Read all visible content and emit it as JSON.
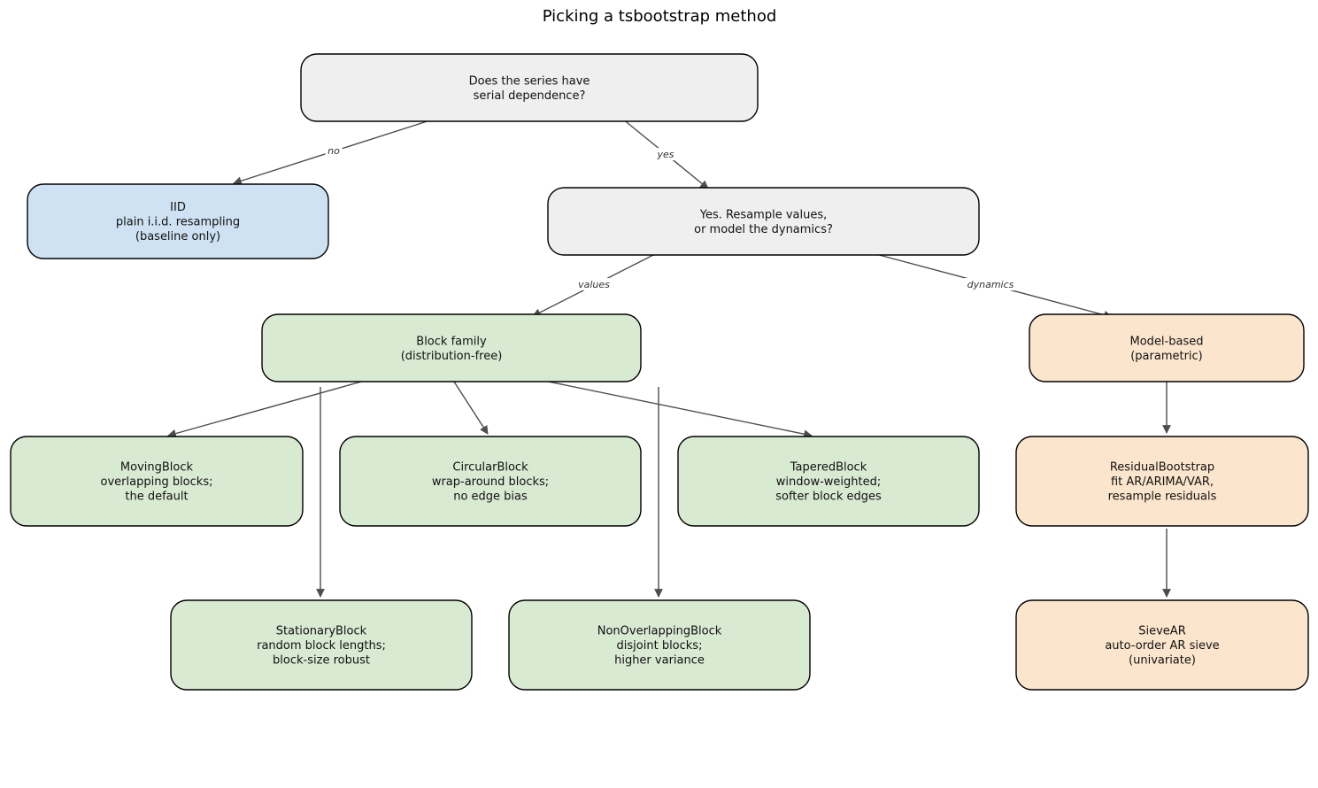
{
  "title": "Picking a tsbootstrap method",
  "colors": {
    "question": "#efefef",
    "baseline": "#cfe2f3",
    "block": "#d9ead3",
    "model": "#fce5cd",
    "edge": "#4d4d4d"
  },
  "nodes": {
    "q1": {
      "lines": [
        "Does the series have",
        "serial dependence?"
      ],
      "kind": "question"
    },
    "iid": {
      "lines": [
        "IID",
        "plain i.i.d. resampling",
        "(baseline only)"
      ],
      "kind": "baseline"
    },
    "q2": {
      "lines": [
        "Yes. Resample values,",
        "or model the dynamics?"
      ],
      "kind": "question"
    },
    "block_family": {
      "lines": [
        "Block family",
        "(distribution-free)"
      ],
      "kind": "block"
    },
    "model_based": {
      "lines": [
        "Model-based",
        "(parametric)"
      ],
      "kind": "model"
    },
    "moving": {
      "lines": [
        "MovingBlock",
        "overlapping blocks;",
        "the default"
      ],
      "kind": "block"
    },
    "circular": {
      "lines": [
        "CircularBlock",
        "wrap-around blocks;",
        "no edge bias"
      ],
      "kind": "block"
    },
    "tapered": {
      "lines": [
        "TaperedBlock",
        "window-weighted;",
        "softer block edges"
      ],
      "kind": "block"
    },
    "residual": {
      "lines": [
        "ResidualBootstrap",
        "fit AR/ARIMA/VAR,",
        "resample residuals"
      ],
      "kind": "model"
    },
    "stationary": {
      "lines": [
        "StationaryBlock",
        "random block lengths;",
        "block-size robust"
      ],
      "kind": "block"
    },
    "nonoverlapping": {
      "lines": [
        "NonOverlappingBlock",
        "disjoint blocks;",
        "higher variance"
      ],
      "kind": "block"
    },
    "sievear": {
      "lines": [
        "SieveAR",
        "auto-order AR sieve",
        "(univariate)"
      ],
      "kind": "model"
    }
  },
  "edges": [
    {
      "from": "q1",
      "to": "iid",
      "label": "no"
    },
    {
      "from": "q1",
      "to": "q2",
      "label": "yes"
    },
    {
      "from": "q2",
      "to": "block_family",
      "label": "values"
    },
    {
      "from": "q2",
      "to": "model_based",
      "label": "dynamics"
    },
    {
      "from": "block_family",
      "to": "moving",
      "label": ""
    },
    {
      "from": "block_family",
      "to": "circular",
      "label": ""
    },
    {
      "from": "block_family",
      "to": "tapered",
      "label": ""
    },
    {
      "from": "block_family",
      "to": "stationary",
      "label": ""
    },
    {
      "from": "block_family",
      "to": "nonoverlapping",
      "label": ""
    },
    {
      "from": "model_based",
      "to": "residual",
      "label": ""
    },
    {
      "from": "residual",
      "to": "sievear",
      "label": ""
    }
  ]
}
